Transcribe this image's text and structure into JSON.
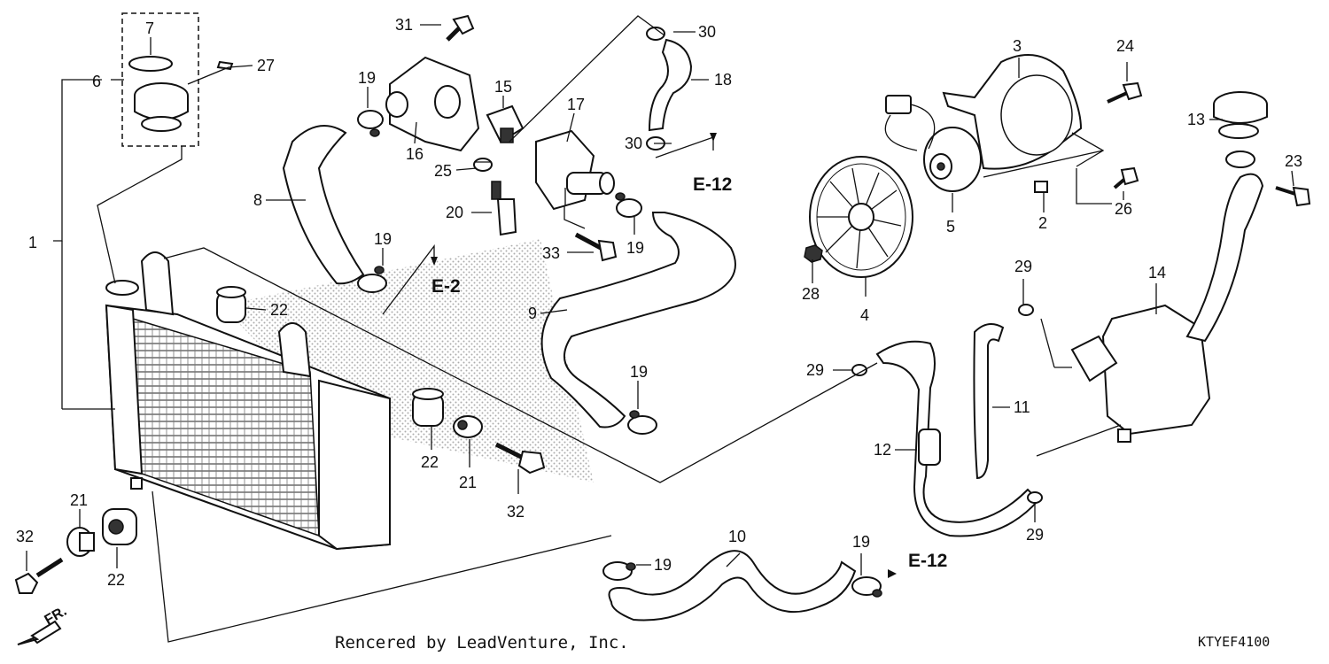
{
  "diagram": {
    "part_numbers": [
      "1",
      "2",
      "3",
      "4",
      "5",
      "6",
      "7",
      "8",
      "9",
      "10",
      "11",
      "12",
      "13",
      "14",
      "15",
      "16",
      "17",
      "18",
      "19",
      "20",
      "21",
      "22",
      "23",
      "24",
      "25",
      "26",
      "27",
      "28",
      "29",
      "30",
      "31",
      "32",
      "33"
    ],
    "callouts": [
      {
        "id": "c1",
        "text": "1"
      },
      {
        "id": "c2",
        "text": "2"
      },
      {
        "id": "c3",
        "text": "3"
      },
      {
        "id": "c4",
        "text": "4"
      },
      {
        "id": "c5",
        "text": "5"
      },
      {
        "id": "c6",
        "text": "6"
      },
      {
        "id": "c7",
        "text": "7"
      },
      {
        "id": "c8",
        "text": "8"
      },
      {
        "id": "c9",
        "text": "9"
      },
      {
        "id": "c10",
        "text": "10"
      },
      {
        "id": "c11",
        "text": "11"
      },
      {
        "id": "c12",
        "text": "12"
      },
      {
        "id": "c13",
        "text": "13"
      },
      {
        "id": "c14",
        "text": "14"
      },
      {
        "id": "c15",
        "text": "15"
      },
      {
        "id": "c16",
        "text": "16"
      },
      {
        "id": "c17",
        "text": "17"
      },
      {
        "id": "c18",
        "text": "18"
      },
      {
        "id": "c19a",
        "text": "19"
      },
      {
        "id": "c19b",
        "text": "19"
      },
      {
        "id": "c19c",
        "text": "19"
      },
      {
        "id": "c19d",
        "text": "19"
      },
      {
        "id": "c19e",
        "text": "19"
      },
      {
        "id": "c19f",
        "text": "19"
      },
      {
        "id": "c20",
        "text": "20"
      },
      {
        "id": "c21a",
        "text": "21"
      },
      {
        "id": "c21b",
        "text": "21"
      },
      {
        "id": "c22a",
        "text": "22"
      },
      {
        "id": "c22b",
        "text": "22"
      },
      {
        "id": "c22c",
        "text": "22"
      },
      {
        "id": "c23",
        "text": "23"
      },
      {
        "id": "c24",
        "text": "24"
      },
      {
        "id": "c25",
        "text": "25"
      },
      {
        "id": "c26",
        "text": "26"
      },
      {
        "id": "c27",
        "text": "27"
      },
      {
        "id": "c28",
        "text": "28"
      },
      {
        "id": "c29a",
        "text": "29"
      },
      {
        "id": "c29b",
        "text": "29"
      },
      {
        "id": "c29c",
        "text": "29"
      },
      {
        "id": "c30a",
        "text": "30"
      },
      {
        "id": "c30b",
        "text": "30"
      },
      {
        "id": "c31",
        "text": "31"
      },
      {
        "id": "c32a",
        "text": "32"
      },
      {
        "id": "c32b",
        "text": "32"
      },
      {
        "id": "c33",
        "text": "33"
      }
    ],
    "section_refs": {
      "e2": "E-2",
      "e12_top": "E-12",
      "e12_bottom": "E-12"
    },
    "direction_label": "FR.",
    "credit": "Rencered by LeadVenture, Inc.",
    "diagram_code": "KTYEF4100"
  }
}
